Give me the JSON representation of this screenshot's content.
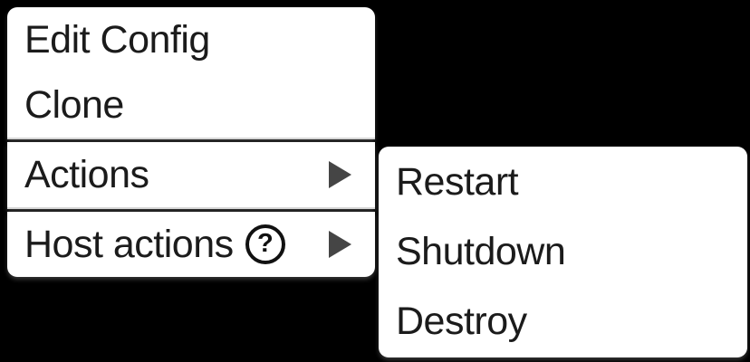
{
  "context_menu": {
    "sections": [
      {
        "items": [
          {
            "label": "Edit Config"
          },
          {
            "label": "Clone"
          }
        ]
      },
      {
        "items": [
          {
            "label": "Actions",
            "has_submenu": true
          }
        ]
      },
      {
        "items": [
          {
            "label": "Host actions",
            "has_submenu": true,
            "has_help_icon": true
          }
        ]
      }
    ]
  },
  "submenu": {
    "items": [
      {
        "label": "Restart"
      },
      {
        "label": "Shutdown"
      },
      {
        "label": "Destroy"
      }
    ]
  },
  "icons": {
    "help_glyph": "?",
    "submenu_arrow_shape": "right-triangle"
  },
  "colors": {
    "background": "#000000",
    "menu_background": "#ffffff",
    "text": "#1b1b1b",
    "submenu_arrow": "#454545",
    "section_divider_line": "#d6d6d6",
    "help_icon": "#111111"
  }
}
